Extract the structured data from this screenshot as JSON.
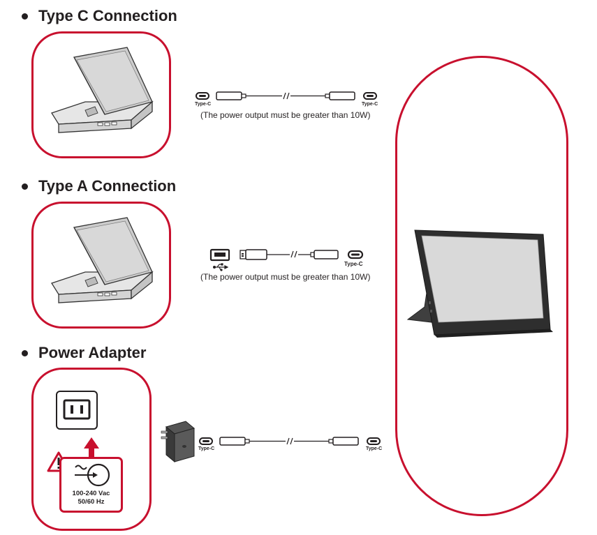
{
  "sections": {
    "type_c": {
      "title": "Type C Connection",
      "note": "(The power output must be greater than 10W)",
      "left_port_label": "Type-C",
      "right_port_label": "Type-C"
    },
    "type_a": {
      "title": "Type A Connection",
      "note": "(The power output must be greater than 10W)",
      "right_port_label": "Type-C"
    },
    "power_adapter": {
      "title": "Power Adapter",
      "left_port_label": "Type-C",
      "right_port_label": "Type-C",
      "voltage": "100-240 Vac",
      "frequency": "50/60 Hz"
    }
  },
  "colors": {
    "accent": "#c8102e",
    "line": "#231f20"
  }
}
